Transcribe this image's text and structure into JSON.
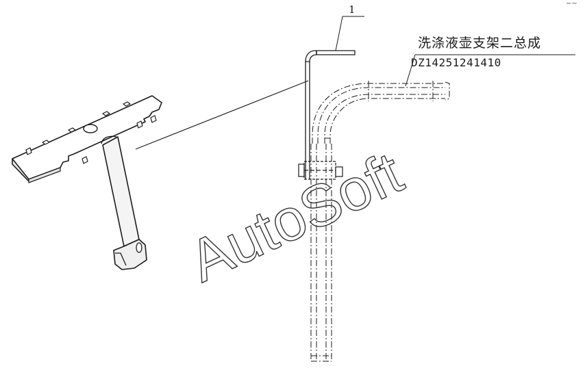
{
  "diagram": {
    "callout_number": "1",
    "part_name": "洗涤液壶支架二总成",
    "part_code": "DZ14251241410",
    "watermark": "AutoSoft",
    "corner_mark": "~~"
  },
  "colors": {
    "line": "#1a1a1a",
    "background": "#ffffff",
    "watermark_stroke": "#333333"
  }
}
